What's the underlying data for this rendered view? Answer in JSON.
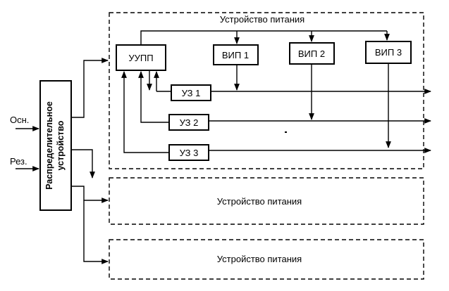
{
  "labels": {
    "psu_main": "Устройство питания",
    "psu_2": "Устройство питания",
    "psu_3": "Устройство питания",
    "distributor_line1": "Распределительное",
    "distributor_line2": "устройство",
    "input_main": "Осн.",
    "input_reserve": "Рез.",
    "uupp": "УУПП",
    "vip1": "ВИП 1",
    "vip2": "ВИП 2",
    "vip3": "ВИП 3",
    "uz1": "УЗ 1",
    "uz2": "УЗ 2",
    "uz3": "УЗ 3"
  }
}
